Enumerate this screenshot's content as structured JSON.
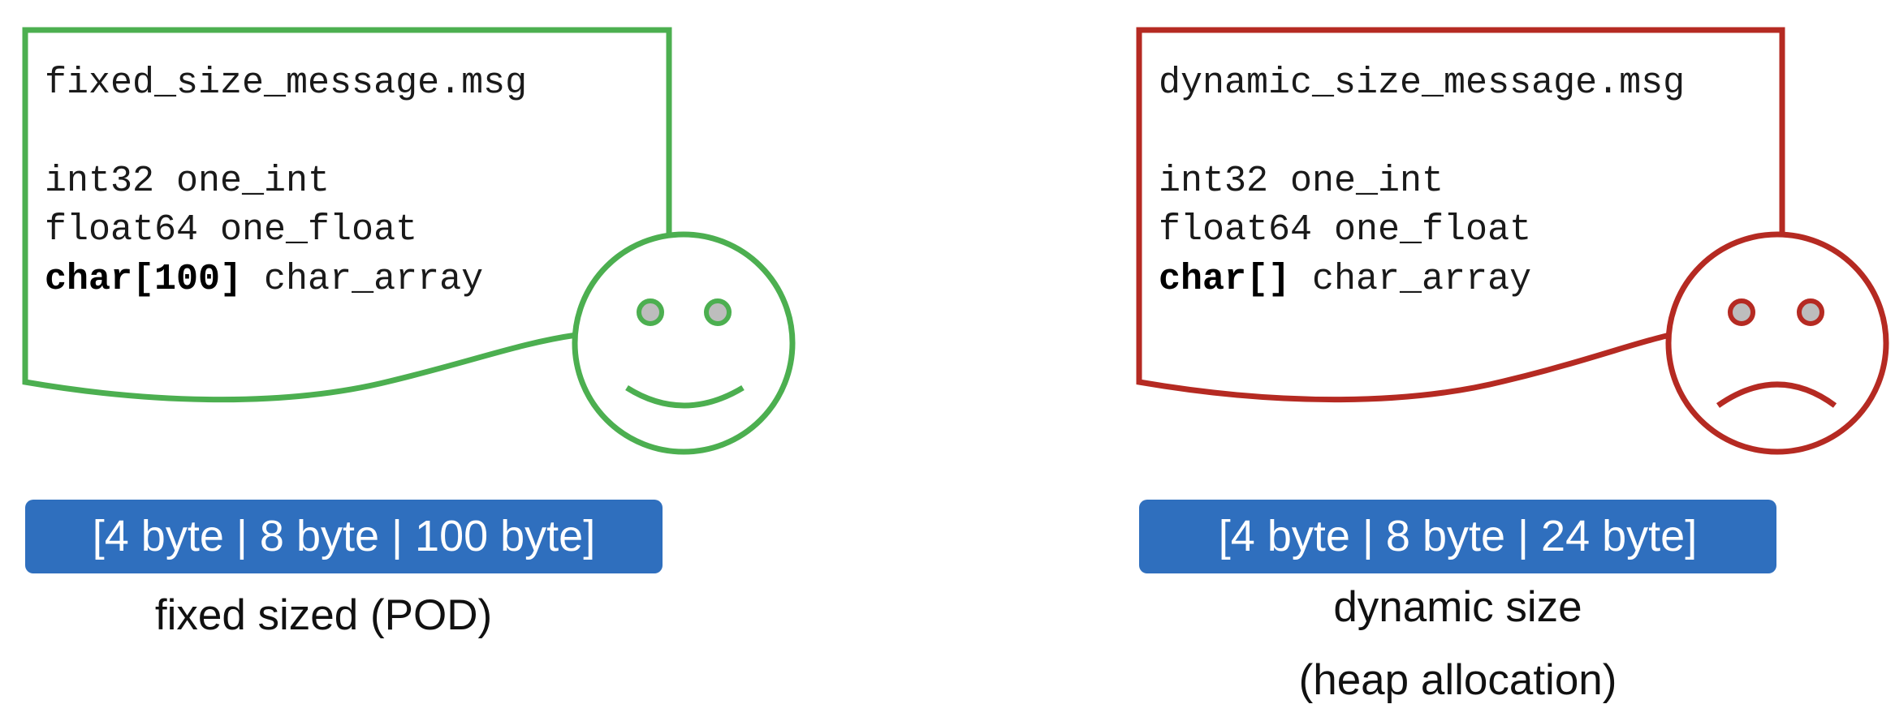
{
  "colors": {
    "good": "#4caf50",
    "bad": "#b52a22",
    "bar": "#2f6fbe",
    "eye_fill": "#bdbdbd"
  },
  "left": {
    "filename": "fixed_size_message.msg",
    "line1": "int32 one_int",
    "line2": "float64 one_float",
    "line3_type": "char[100]",
    "line3_name": " char_array",
    "bytes": "[4 byte | 8 byte | 100 byte]",
    "caption": "fixed sized (POD)",
    "face": "smiley-face-icon"
  },
  "right": {
    "filename": "dynamic_size_message.msg",
    "line1": "int32 one_int",
    "line2": "float64 one_float",
    "line3_type": "char[]",
    "line3_name": " char_array",
    "bytes": "[4 byte | 8 byte | 24 byte]",
    "caption_line1": "dynamic size",
    "caption_line2": "(heap allocation)",
    "face": "frowning-face-icon"
  }
}
